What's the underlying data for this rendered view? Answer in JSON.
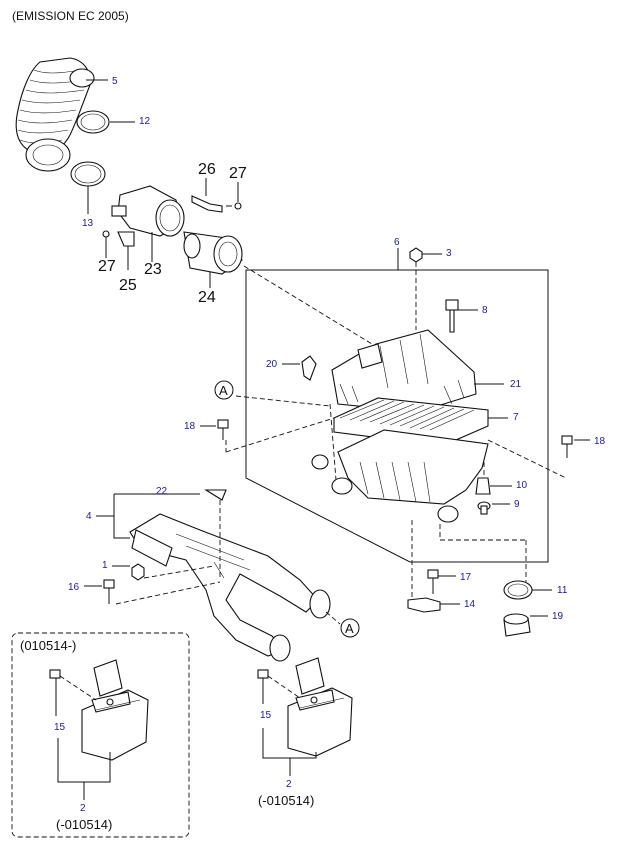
{
  "title": "(EMISSION EC 2005)",
  "callouts": {
    "c5": "5",
    "c12": "12",
    "c13": "13",
    "c26": "26",
    "c27a": "27",
    "c27b": "27",
    "c25": "25",
    "c23": "23",
    "c24": "24",
    "c6": "6",
    "c3": "3",
    "c8": "8",
    "c20": "20",
    "c21": "21",
    "c7": "7",
    "c18a": "18",
    "c18b": "18",
    "c10": "10",
    "c9": "9",
    "c22": "22",
    "c4": "4",
    "c1": "1",
    "c16": "16",
    "c17": "17",
    "c14": "14",
    "c11": "11",
    "c19": "19",
    "c15a": "15",
    "c15b": "15",
    "c2a": "2",
    "c2b": "2"
  },
  "refs": {
    "a1": "A",
    "a2": "A"
  },
  "variants": {
    "box_label": "(010514-)",
    "left_caption": "(-010514)",
    "right_caption": "(-010514)"
  }
}
